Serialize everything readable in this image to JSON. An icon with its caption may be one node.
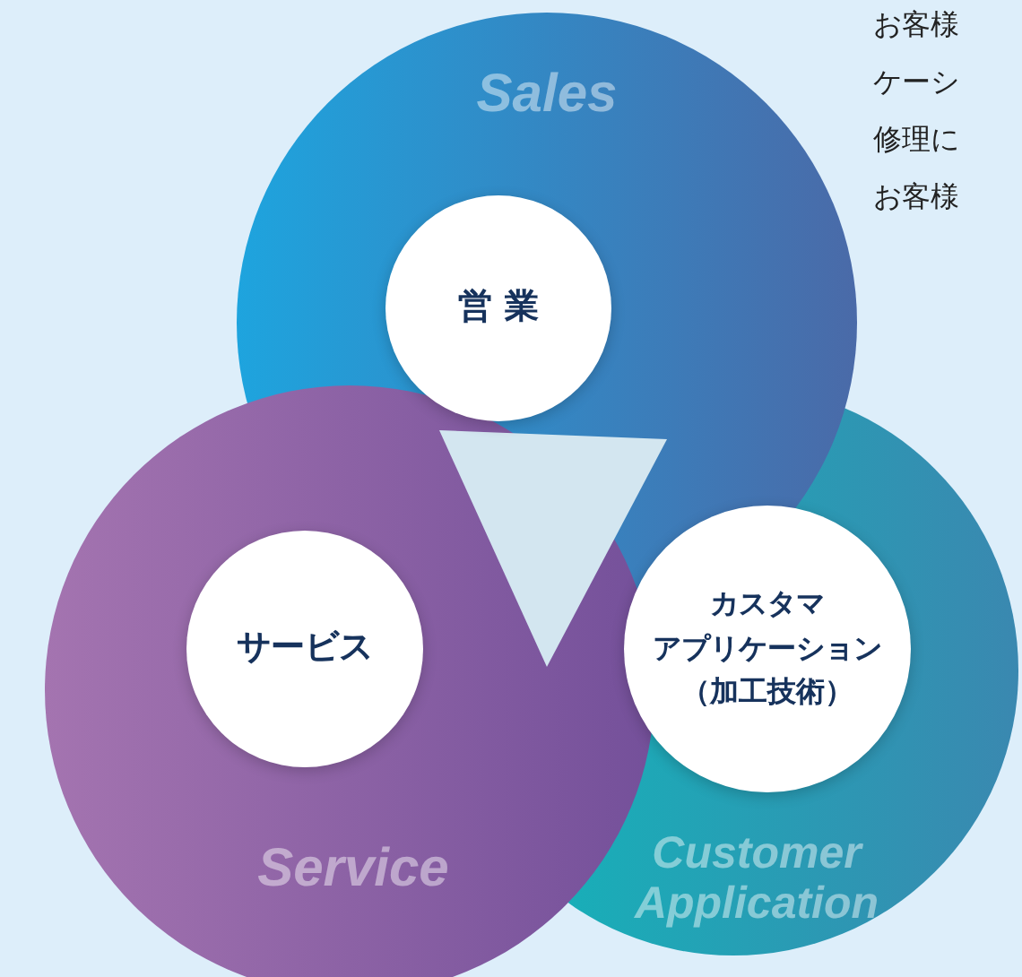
{
  "diagram": {
    "nodes": [
      {
        "text": [
          "営 業"
        ]
      },
      {
        "text": [
          "サービス"
        ]
      },
      {
        "text": [
          "カスタマアプリケーション（加工技術）"
        ]
      }
    ],
    "edges": [],
    "labels": [
      "Sales",
      "お客様",
      "ケーシ",
      "修理に",
      "お客様",
      "Service",
      "Customer Application"
    ]
  }
}
